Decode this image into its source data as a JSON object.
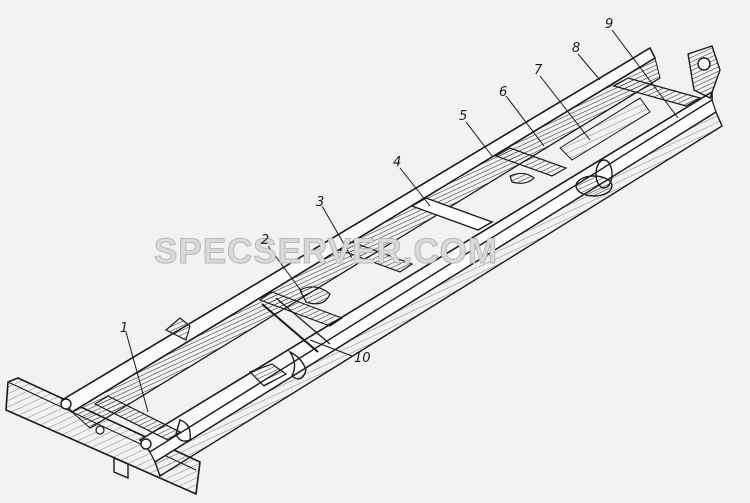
{
  "diagram": {
    "callouts": [
      "1",
      "2",
      "3",
      "4",
      "5",
      "6",
      "7",
      "8",
      "9",
      "10"
    ],
    "watermark": "SPECSERVER.COM"
  },
  "colors": {
    "ink": "#1a1a1a",
    "paper": "#f2f2f2",
    "watermark": "#b8b8b8"
  }
}
